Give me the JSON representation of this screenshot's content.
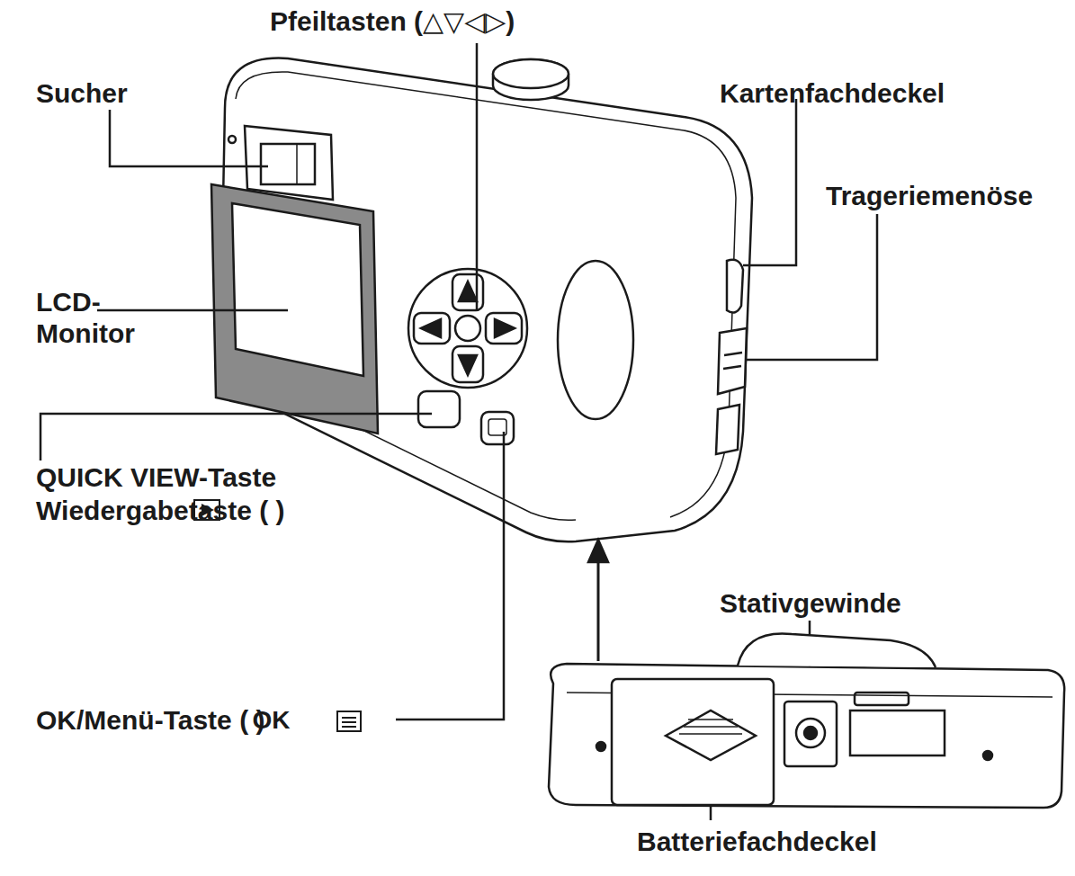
{
  "diagram": {
    "labels": [
      "Pfeiltasten (△▽◁▷)",
      "Sucher",
      "Kartenfachdeckel",
      "Trageriemenöse",
      "LCD- Monitor",
      "QUICK VIEW-Taste",
      "Wiedergabetaste ( )",
      "OK/Menü-Taste ( )",
      "OK",
      "Stativgewinde",
      "Batteriefachdeckel"
    ]
  }
}
